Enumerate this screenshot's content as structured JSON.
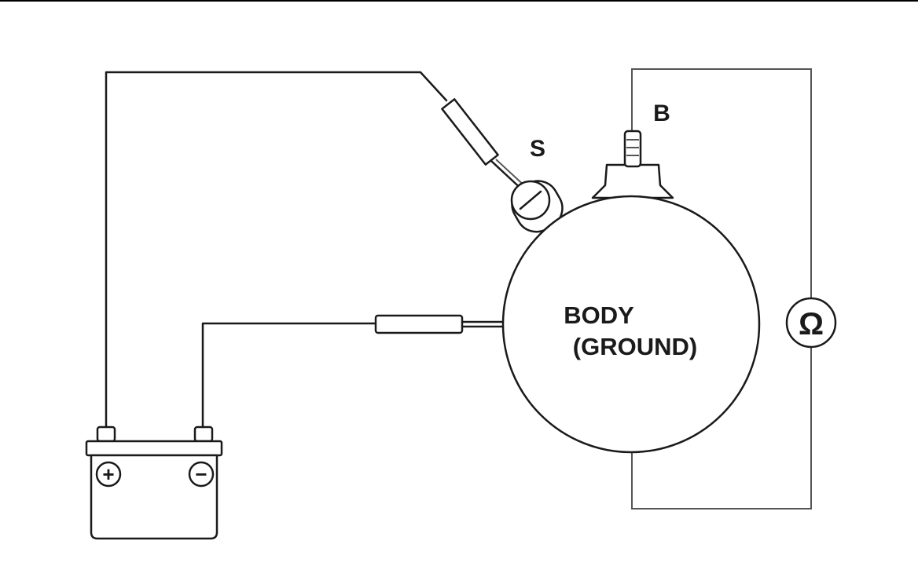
{
  "diagram": {
    "labels": {
      "terminal_s": "S",
      "terminal_b": "B",
      "body_line1": "BODY",
      "body_line2": "(GROUND)",
      "ohmmeter_symbol": "Ω",
      "battery_positive": "+",
      "battery_negative": "−"
    },
    "components": {
      "starter_motor": "starter-motor",
      "battery": "battery",
      "ohmmeter": "ohmmeter",
      "probe_s": "test-probe",
      "probe_body": "test-probe"
    },
    "colors": {
      "line": "#1a1a1a",
      "ohm_wire": "#555555",
      "background": "#ffffff"
    }
  }
}
